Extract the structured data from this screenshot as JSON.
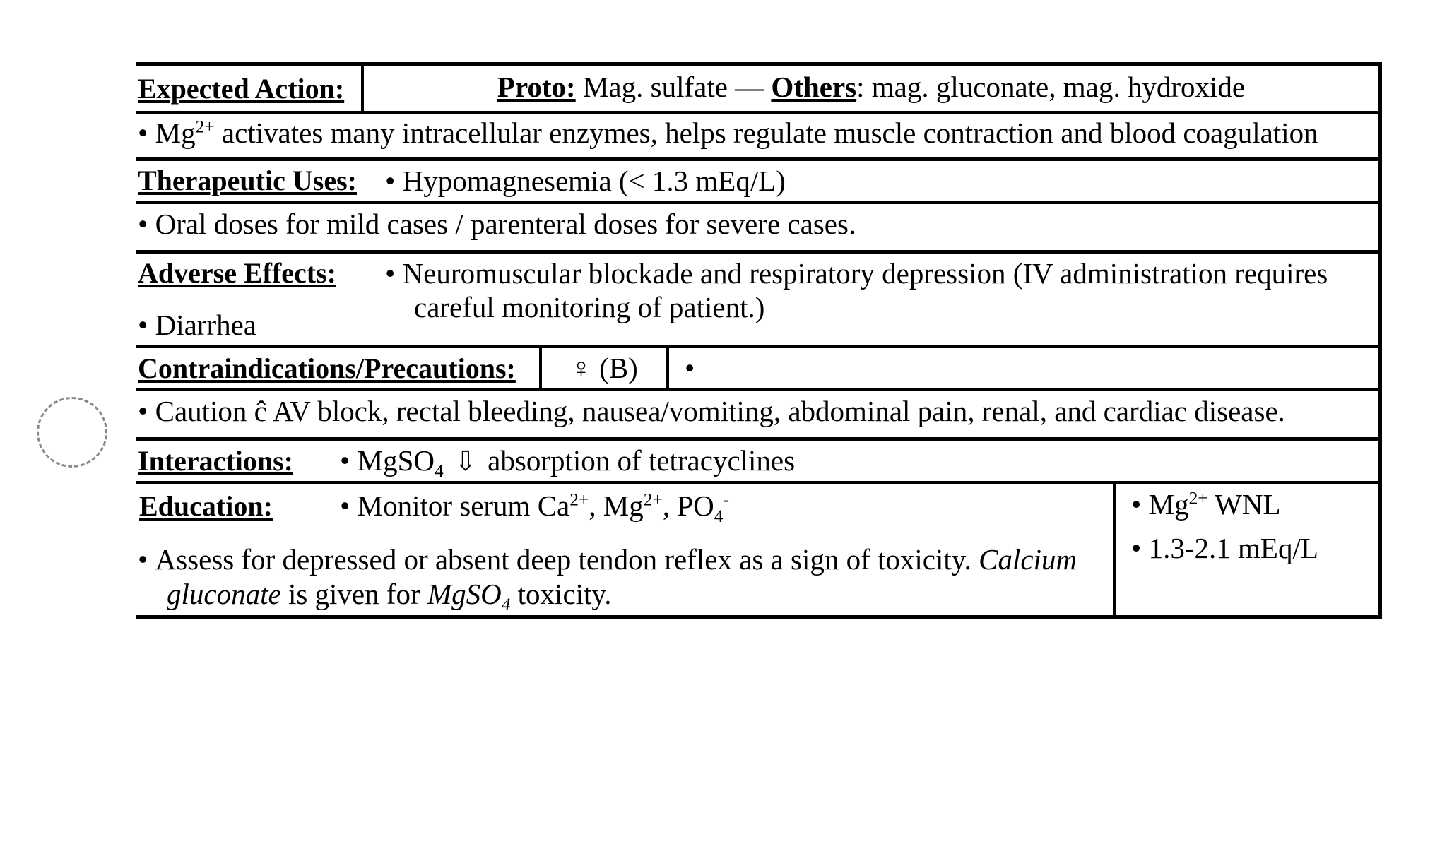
{
  "document": {
    "type": "drug-information-card",
    "drug": "Magnesium"
  },
  "decor": {
    "circle_name": "dashed-circle-annotation",
    "circle_color": "#8a8a8a"
  },
  "rows": {
    "expected_action": {
      "label": "Expected Action:",
      "proto_label": "Proto:",
      "proto_value": "Mag. sulfate",
      "dash": "—",
      "others_label": "Others",
      "others_colon": ":",
      "others_value": "mag. gluconate, mag. hydroxide",
      "body": {
        "mg": "Mg",
        "charge": "2+",
        "rest": "activates many intracellular enzymes, helps regulate muscle contraction and blood coagulation"
      }
    },
    "therapeutic_uses": {
      "label": "Therapeutic Uses:",
      "item1": "Hypomagnesemia (< 1.3 mEq/L)",
      "item2": "Oral doses for mild cases / parenteral doses for severe cases."
    },
    "adverse_effects": {
      "label": "Adverse Effects:",
      "item_left": "Diarrhea",
      "item_right": "Neuromuscular blockade and respiratory depression (IV administration requires careful monitoring of patient.)"
    },
    "contraindications": {
      "label": "Contraindications/Precautions:",
      "pregnancy_symbol": "♀",
      "pregnancy_category": "(B)",
      "empty_bullet": "•",
      "caution": {
        "pre": "Caution ĉ AV block, rectal bleeding, nausea/vomiting, abdominal pain, renal, and cardiac disease."
      }
    },
    "interactions": {
      "label": "Interactions:",
      "compound": "MgSO",
      "compound_sub": "4",
      "arrow": "⇩",
      "effect": "absorption of tetracyclines"
    },
    "education": {
      "label": "Education:",
      "monitor_pre": "Monitor serum Ca",
      "ca_charge": "2+",
      "monitor_mid": ", Mg",
      "mg_charge": "2+",
      "monitor_mid2": ", PO",
      "po_sub": "4",
      "po_charge": "-",
      "assess_1": "Assess for depressed or absent deep tendon reflex as a sign of toxicity. ",
      "assess_italic_1": "Calcium gluconate",
      "assess_2": " is given for ",
      "assess_italic_2_base": "MgSO",
      "assess_italic_2_sub": "4",
      "assess_3": " toxicity.",
      "side": {
        "line1_base": "Mg",
        "line1_charge": "2+",
        "line1_rest": " WNL",
        "line2": "1.3-2.1 mEq/L"
      }
    }
  }
}
